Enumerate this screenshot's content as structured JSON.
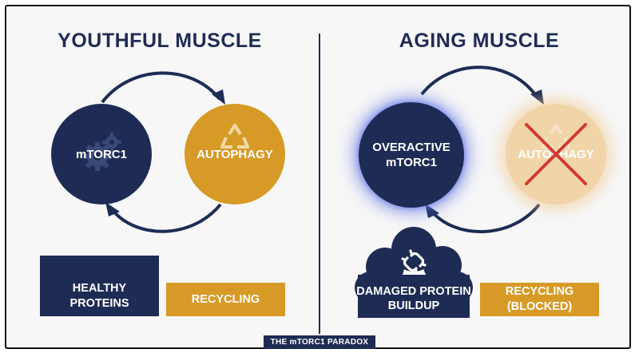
{
  "left": {
    "title": "YOUTHFUL MUSCLE",
    "circle_a": "mTORC1",
    "circle_b": "AUTOPHAGY",
    "box_a": "HEALTHY PROTEINS",
    "box_b": "RECYCLING"
  },
  "right": {
    "title": "AGING MUSCLE",
    "circle_a": "OVERACTIVE mTORC1",
    "circle_b": "AUTOPHAGY",
    "box_a": "DAMAGED PROTEIN BUILDUP",
    "box_b": "RECYCLING (BLOCKED)"
  },
  "footer": "THE mTORC1 PARADOX",
  "colors": {
    "navy": "#1e2c55",
    "gold": "#d79a27",
    "faded_gold": "#f1d4a8",
    "cross_red": "#d23a32"
  },
  "icons": [
    "gear-icon",
    "recycle-icon",
    "broken-chain-icon",
    "cross-icon",
    "cloud-icon"
  ]
}
